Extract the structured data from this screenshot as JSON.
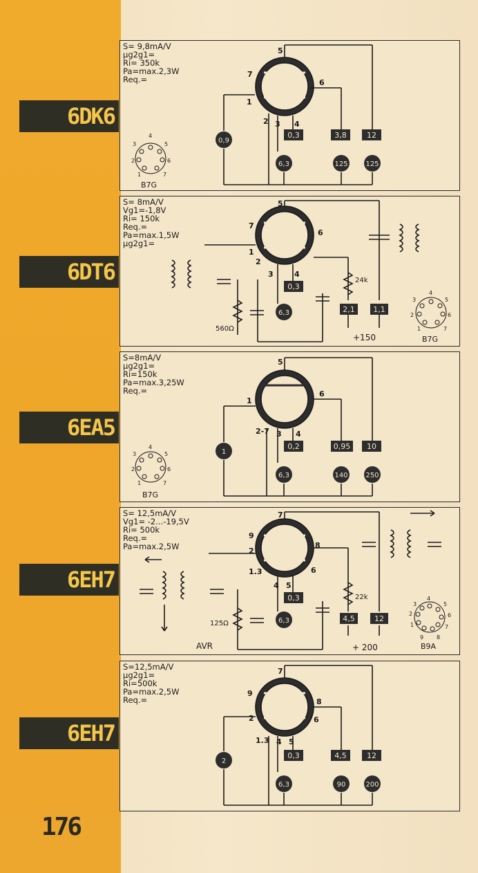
{
  "page_number": "176",
  "tubes": [
    {
      "type": "6DK6",
      "specs": "S= 9,8mA/V\nμg2g1=\nRi= 350k\nPa=max.2,3W\nReq.=",
      "pins": {
        "p5": "5",
        "p7": "7",
        "p6": "6",
        "p1": "1",
        "p2": "2",
        "p3": "3",
        "p4": "4"
      },
      "boxes": [
        "0,3",
        "3,8",
        "12"
      ],
      "circles": [
        "0,9",
        "6,3",
        "125",
        "125"
      ],
      "base": {
        "label": "B7G",
        "pins": [
          "4",
          "5",
          "6",
          "7",
          "1",
          "2",
          "3"
        ]
      }
    },
    {
      "type": "6DT6",
      "specs": "S= 8mA/V\nVg1=-1,8V\nRi= 150k\nReq.=\nPa=max.1,5W\nμg2g1=",
      "pins": {
        "p5": "5",
        "p7": "7",
        "p6": "6",
        "p1": "1",
        "p2": "2",
        "p3": "3",
        "p4": "4"
      },
      "boxes": [
        "0,3",
        "2,1",
        "1,1"
      ],
      "circles": [
        "6,3"
      ],
      "labels": {
        "r1": "24k",
        "r2": "560Ω",
        "supply": "+150"
      },
      "base": {
        "label": "B7G",
        "pins": [
          "4",
          "5",
          "6",
          "7",
          "1",
          "2",
          "3"
        ]
      }
    },
    {
      "type": "6EA5",
      "specs": "S=8mA/V\nμg2g1=\nRi=150k\nPa=max.3,25W\nReq.=",
      "pins": {
        "p5": "5",
        "p1": "1",
        "p6": "6",
        "p27": "2-7",
        "p3": "3",
        "p4": "4"
      },
      "boxes": [
        "0,2",
        "0,95",
        "10"
      ],
      "circles": [
        "1",
        "6,3",
        "140",
        "250"
      ],
      "base": {
        "label": "B7G",
        "pins": [
          "4",
          "5",
          "6",
          "7",
          "1",
          "2",
          "3"
        ]
      }
    },
    {
      "type": "6EH7",
      "specs": "S= 12,5mA/V\nVg1= -2...-19,5V\nRi= 500k\nReq.=\nPa=max.2,5W",
      "pins": {
        "p7": "7",
        "p9": "9",
        "p2": "2",
        "p8": "8",
        "p13": "1.3",
        "p4": "4",
        "p5": "5",
        "p6": "6"
      },
      "boxes": [
        "0,3",
        "4,5",
        "12"
      ],
      "circles": [
        "6,3"
      ],
      "labels": {
        "r1": "22k",
        "r2": "125Ω",
        "supply": "+ 200",
        "avr": "AVR"
      },
      "base": {
        "label": "B9A",
        "pins": [
          "4",
          "5",
          "6",
          "7",
          "8",
          "9",
          "1",
          "2",
          "3"
        ]
      }
    },
    {
      "type": "6EH7",
      "specs": "S=12,5mA/V\nμg2g1=\nRi=500k\nPa=max.2,5W\nReq.=",
      "pins": {
        "p7": "7",
        "p9": "9",
        "p2": "2",
        "p8": "8",
        "p13": "1.3",
        "p4": "4",
        "p5": "5",
        "p6": "6"
      },
      "boxes": [
        "0,3",
        "4,5",
        "12"
      ],
      "circles": [
        "2",
        "6,3",
        "90",
        "200"
      ]
    }
  ]
}
